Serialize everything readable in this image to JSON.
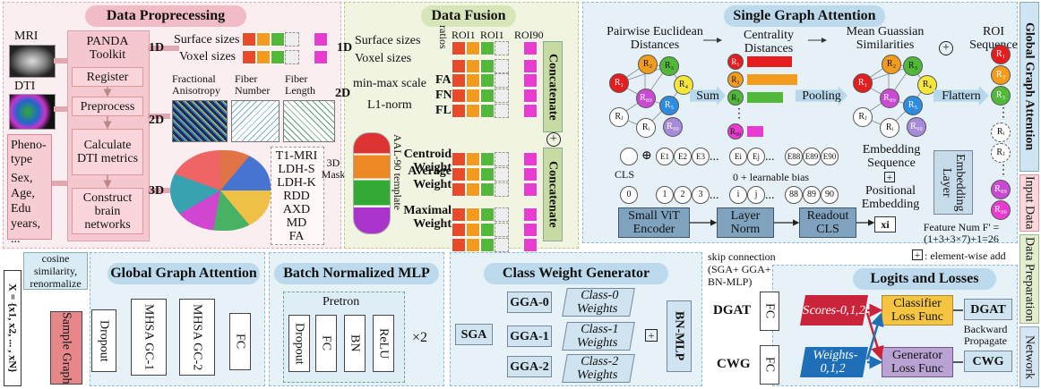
{
  "data_preprocessing": {
    "title": "Data Proprecessing",
    "mri": "MRI",
    "dti": "DTI",
    "pheno": "Pheno-type",
    "pheno_items": "Sex, Age, Edu years, ...",
    "panda": "PANDA Toolkit",
    "register": "Register",
    "preprocess": "Preprocess",
    "calc_dti": "Calculate DTI metrics",
    "construct": "Construct brain networks",
    "d1": "1D",
    "d2": "2D",
    "d3": "3D",
    "surface_sizes": "Surface sizes",
    "voxel_sizes": "Voxel sizes",
    "fa_label": "Fractional Anisotropy",
    "fn_label": "Fiber Number",
    "fl_label": "Fiber Length",
    "metrics": [
      "T1-MRI",
      "LDH-S",
      "LDH-K",
      "RDD",
      "AXD",
      "MD",
      "FA"
    ],
    "mask_label": "3D Mask"
  },
  "data_fusion": {
    "title": "Data Fusion",
    "d1": "1D",
    "d2": "2D",
    "surface_sizes": "Surface sizes",
    "voxel_sizes": "Voxel sizes",
    "ratios": "ratios",
    "roi_headers": [
      "ROI1",
      "ROI1",
      "ROI90"
    ],
    "minmax": "min-max scale",
    "l1norm": "L1-norm",
    "fa": "FA",
    "fn": "FN",
    "fl": "FL",
    "aal": "AAL-90 template",
    "centroid": "Centroid Weight",
    "average": "Average Weight",
    "maximal": "Maximal Weight",
    "concatenate": "Concatenate",
    "concatenate2": "Concatenate"
  },
  "sga": {
    "title": "Single Graph Attention",
    "pairwise": "Pairwise Euclidean Distances",
    "centrality": "Centrality Distances",
    "mean_gauss": "Mean Guassian Similarities",
    "roi_seq": "ROI Sequence",
    "sum": "Sum",
    "pooling": "Pooling",
    "flattern": "Flattern",
    "cls": "CLS",
    "learnable": "0 + learnable bias",
    "embedding_seq": "Embedding Sequence",
    "positional": "Positional Embedding",
    "embedding_layer": "Embedding Layer",
    "vit": "Small ViT Encoder",
    "layernorm": "Layer Norm",
    "readout": "Readout CLS",
    "xi": "xi",
    "feature_num": "Feature Num F' = (1+3+3×7)+1=26",
    "element_wise": ": element-wise add",
    "embed_tokens": [
      "E1",
      "E2",
      "E3",
      "...",
      "Ei",
      "Ej",
      "...",
      "E88",
      "E89",
      "E90"
    ],
    "pos_tokens": [
      "1",
      "2",
      "3",
      "...",
      "i",
      "j",
      "...",
      "88",
      "89",
      "90"
    ],
    "zero": "0"
  },
  "gga": {
    "title": "Global Graph Attention",
    "cosine": "cosine similarity, renormalize",
    "input": "X = {x1, x2, ... , xN}",
    "sample_graph": "Sample Graph",
    "dropout": "Dropout",
    "mhsa1": "MHSA GC-1",
    "mhsa2": "MHSA GC-2",
    "fc": "FC"
  },
  "bnmlp": {
    "title": "Batch Normalized MLP",
    "pretron": "Pretron",
    "layers": [
      "Dropout",
      "FC",
      "BN",
      "ReLU"
    ],
    "times": "×2"
  },
  "cwg": {
    "title": "Class Weight Generator",
    "sga": "SGA",
    "gga": [
      "GGA-0",
      "GGA-1",
      "GGA-2"
    ],
    "weights": [
      "Class-0 Weights",
      "Class-1 Weights",
      "Class-2 Weights"
    ],
    "bnmlp": "BN-MLP"
  },
  "logits": {
    "title": "Logits and Losses",
    "skip": "skip connection (SGA+ GGA+ BN-MLP)",
    "dgat": "DGAT",
    "cwg": "CWG",
    "fc": "FC",
    "scores": "Scores-0,1,2",
    "weights": "Weights-0,1,2",
    "classifier_loss": "Classifier Loss Func",
    "generator_loss": "Generator Loss Func",
    "backward": "Backward Propagate",
    "dgat_out": "DGAT",
    "cwg_out": "CWG"
  },
  "side_tabs": {
    "gga": "Global Graph Attention",
    "input": "Input Data",
    "prep": "Data Preparation",
    "network": "Network"
  },
  "colors": {
    "pink_panel": "#fbe9ec",
    "pink_title": "#f2b8c2",
    "green_panel": "#eef3df",
    "green_title": "#d7e4b8",
    "blue_panel": "#e4f0f7",
    "blue_title": "#b9d9ea",
    "red": "#e41e1e",
    "orange": "#f29b1d",
    "green": "#52b83a",
    "magenta": "#e83cd0"
  }
}
